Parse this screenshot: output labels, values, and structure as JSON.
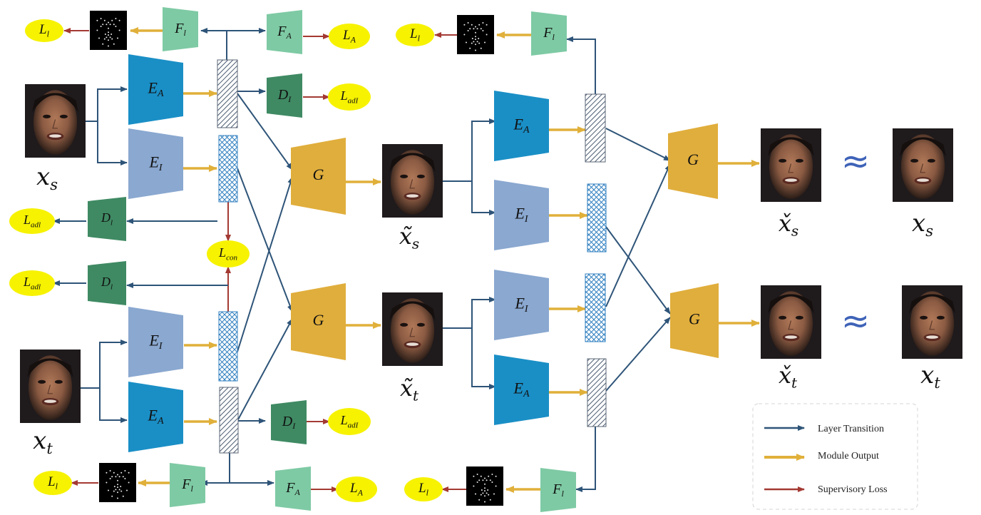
{
  "colors": {
    "ea": "#1a8fc6",
    "ei": "#8aa8d0",
    "f": "#7ecaa4",
    "d": "#3f8a63",
    "g": "#e0ae3c",
    "loss": "#f6f200",
    "arrow_layer": "#2e5478",
    "arrow_module": "#e0b03a",
    "arrow_loss": "#a33a33",
    "face": "#8a5a42"
  },
  "icons": [
    "face-image",
    "landmark-image",
    "feature-bar-hatched",
    "feature-bar-crosshatched",
    "approx-sign"
  ],
  "modules": {
    "ea": "E_A",
    "ei": "E_I",
    "fi": "F_l",
    "fa": "F_A",
    "di": "D_I",
    "dl": "D_l",
    "g": "G"
  },
  "losses": {
    "l_l": "L_l",
    "l_a": "L_A",
    "l_adi": "L_adI",
    "l_adl": "L_adl",
    "l_con": "L_con"
  },
  "images": {
    "xs": "x_s",
    "xt": "x_t",
    "xs_tilde": "x̃_s",
    "xt_tilde": "x̃_t",
    "xs_breve": "x̌_s",
    "xt_breve": "x̌_t"
  },
  "approx": "≈",
  "legend": {
    "layer": "Layer Transition",
    "module": "Module Output",
    "loss": "Supervisory Loss"
  }
}
